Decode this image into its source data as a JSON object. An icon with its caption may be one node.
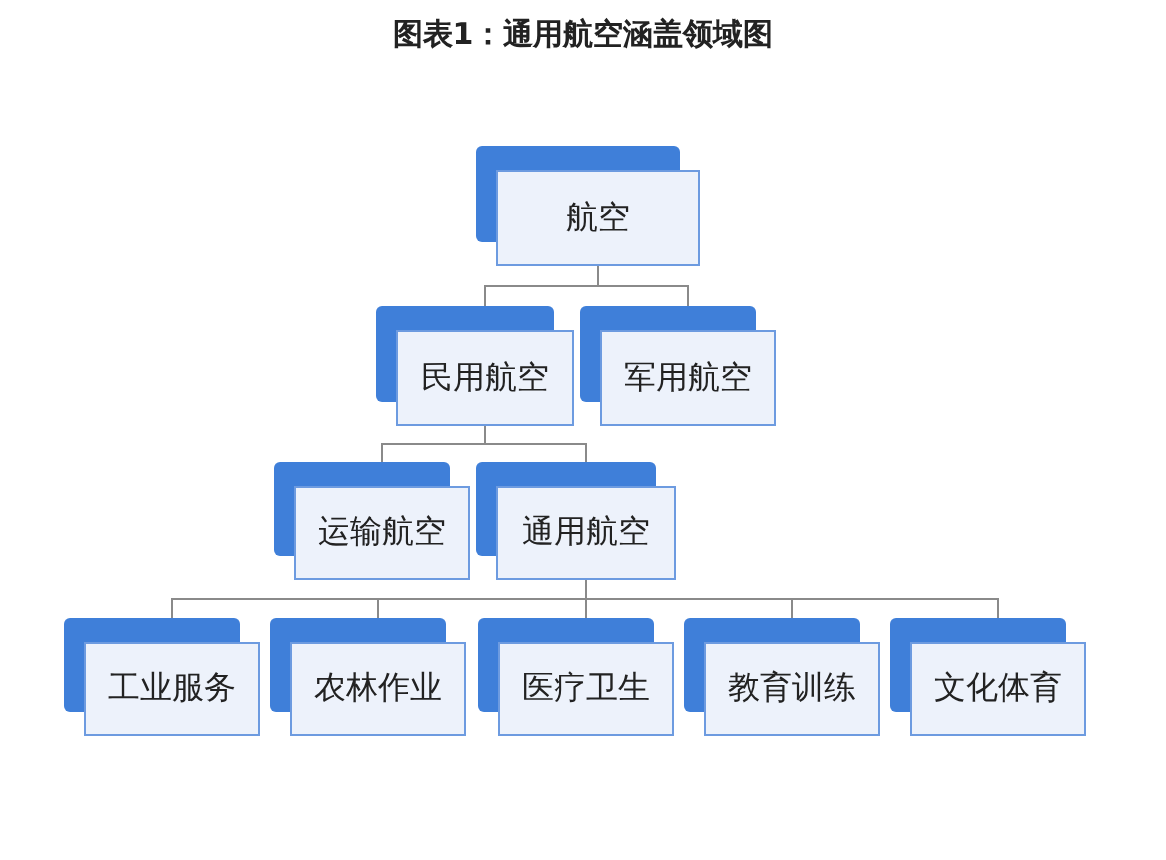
{
  "diagram": {
    "title": "图表1：通用航空涵盖领域图",
    "nodes": [
      {
        "text": [
          "航空"
        ]
      },
      {
        "text": [
          "民用航空"
        ]
      },
      {
        "text": [
          "军用航空"
        ]
      },
      {
        "text": [
          "运输航空"
        ]
      },
      {
        "text": [
          "通用航空"
        ]
      },
      {
        "text": [
          "工业服务"
        ]
      },
      {
        "text": [
          "农林作业"
        ]
      },
      {
        "text": [
          "医疗卫生"
        ]
      },
      {
        "text": [
          "教育训练"
        ]
      },
      {
        "text": [
          "文化体育"
        ]
      }
    ],
    "edges": [
      {
        "from": 0,
        "to": 1,
        "arrow": "none"
      },
      {
        "from": 0,
        "to": 2,
        "arrow": "none"
      },
      {
        "from": 1,
        "to": 3,
        "arrow": "none"
      },
      {
        "from": 1,
        "to": 4,
        "arrow": "none"
      },
      {
        "from": 4,
        "to": 5,
        "arrow": "none"
      },
      {
        "from": 4,
        "to": 6,
        "arrow": "none"
      },
      {
        "from": 4,
        "to": 7,
        "arrow": "none"
      },
      {
        "from": 4,
        "to": 8,
        "arrow": "none"
      },
      {
        "from": 4,
        "to": 9,
        "arrow": "none"
      }
    ]
  }
}
